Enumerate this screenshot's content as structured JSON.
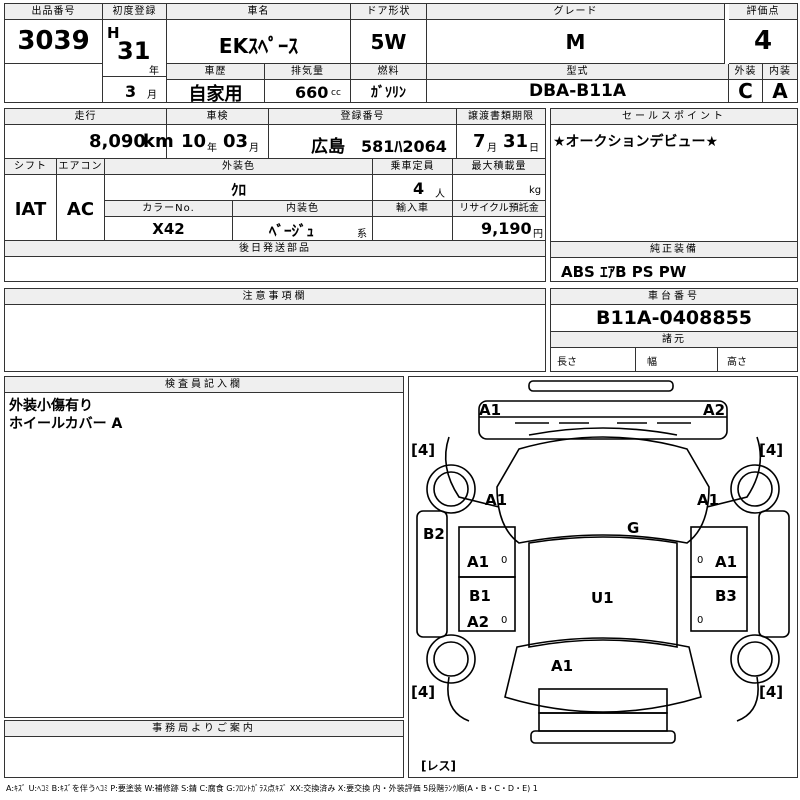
{
  "header": {
    "lot_label": "出品番号",
    "lot": "3039",
    "first_reg_label": "初度登録",
    "era": "H",
    "year": "31",
    "year_unit": "年",
    "month": "3",
    "month_unit": "月",
    "name_label": "車名",
    "name": "EKｽﾍﾟｰｽ",
    "door_label": "ドア形状",
    "door": "5W",
    "grade_label": "グレード",
    "grade": "M",
    "score_label": "評価点",
    "score": "4",
    "history_label": "車歴",
    "history": "自家用",
    "displacement_label": "排気量",
    "displacement": "660",
    "displacement_unit": "cc",
    "fuel_label": "燃料",
    "fuel": "ｶﾞｿﾘﾝ",
    "model_label": "型式",
    "model": "DBA-B11A",
    "ext_label": "外装",
    "ext": "C",
    "int_label": "内装",
    "int": "A"
  },
  "row2": {
    "mileage_label": "走行",
    "mileage": "8,090",
    "mileage_unit": "km",
    "inspection_label": "車検",
    "inspection_year": "10",
    "inspection_year_unit": "年",
    "inspection_month": "03",
    "inspection_month_unit": "月",
    "reg_label": "登録番号",
    "reg_area": "広島",
    "reg_number": "581ﾊ2064",
    "transfer_label": "譲渡書類期限",
    "transfer_month": "7",
    "transfer_month_unit": "月",
    "transfer_day": "31",
    "transfer_day_unit": "日",
    "sales_label": "セールスポイント",
    "sales_text": "★オークションデビュー★"
  },
  "row3": {
    "shift_label": "シフト",
    "shift": "IAT",
    "ac_label": "エアコン",
    "ac": "AC",
    "color_label": "外装色",
    "color": "ｸﾛ",
    "capacity_label": "乗車定員",
    "capacity": "4",
    "capacity_unit": "人",
    "load_label": "最大積載量",
    "load_unit": "kg",
    "color_no_label": "カラーNo.",
    "color_no": "X42",
    "interior_label": "内装色",
    "interior": "ﾍﾞｰｼﾞｭ",
    "interior_unit": "系",
    "import_label": "輸入車",
    "recycle_label": "リサイクル預託金",
    "recycle": "9,190",
    "recycle_unit": "円"
  },
  "parts_label": "後日発送部品",
  "equipment": {
    "label": "純正装備",
    "value": "ABS ｴｱB PS PW"
  },
  "notes_label": "注意事項欄",
  "chassis": {
    "label": "車台番号",
    "value": "B11A-0408855",
    "dims_label": "諸元",
    "length_label": "長さ",
    "width_label": "幅",
    "height_label": "高さ"
  },
  "inspector": {
    "label": "検査員記入欄",
    "line1": "外装小傷有り",
    "line2": "ホイールカバー A"
  },
  "office_label": "事務局よりご案内",
  "diagram": {
    "tl": "A1",
    "tr": "A2",
    "bl_tire": "4",
    "tire_tl": "4",
    "tire_tr": "4",
    "tire_bl": "4",
    "tire_br": "4",
    "front_l": "A1",
    "front_r": "A1",
    "left_door": "B2",
    "glass": "G",
    "door_l1": "A1",
    "door_r1": "A1",
    "door_l2": "B1",
    "door_r2": "B3",
    "door_l3": "A2",
    "roof": "U1",
    "rear": "A1",
    "spare": "レス",
    "zero": "0"
  },
  "legend": "A:ｷｽﾞ U:ﾍｺﾐ B:ｷｽﾞを伴うﾍｺﾐ P:要塗装 W:補修跡 S:錆 C:腐食 G:ﾌﾛﾝﾄｶﾞﾗｽ点ｷｽﾞ XX:交換済み X:要交換 内・外装評価 5段階ﾗﾝｸ順(A・B・C・D・E) 1"
}
